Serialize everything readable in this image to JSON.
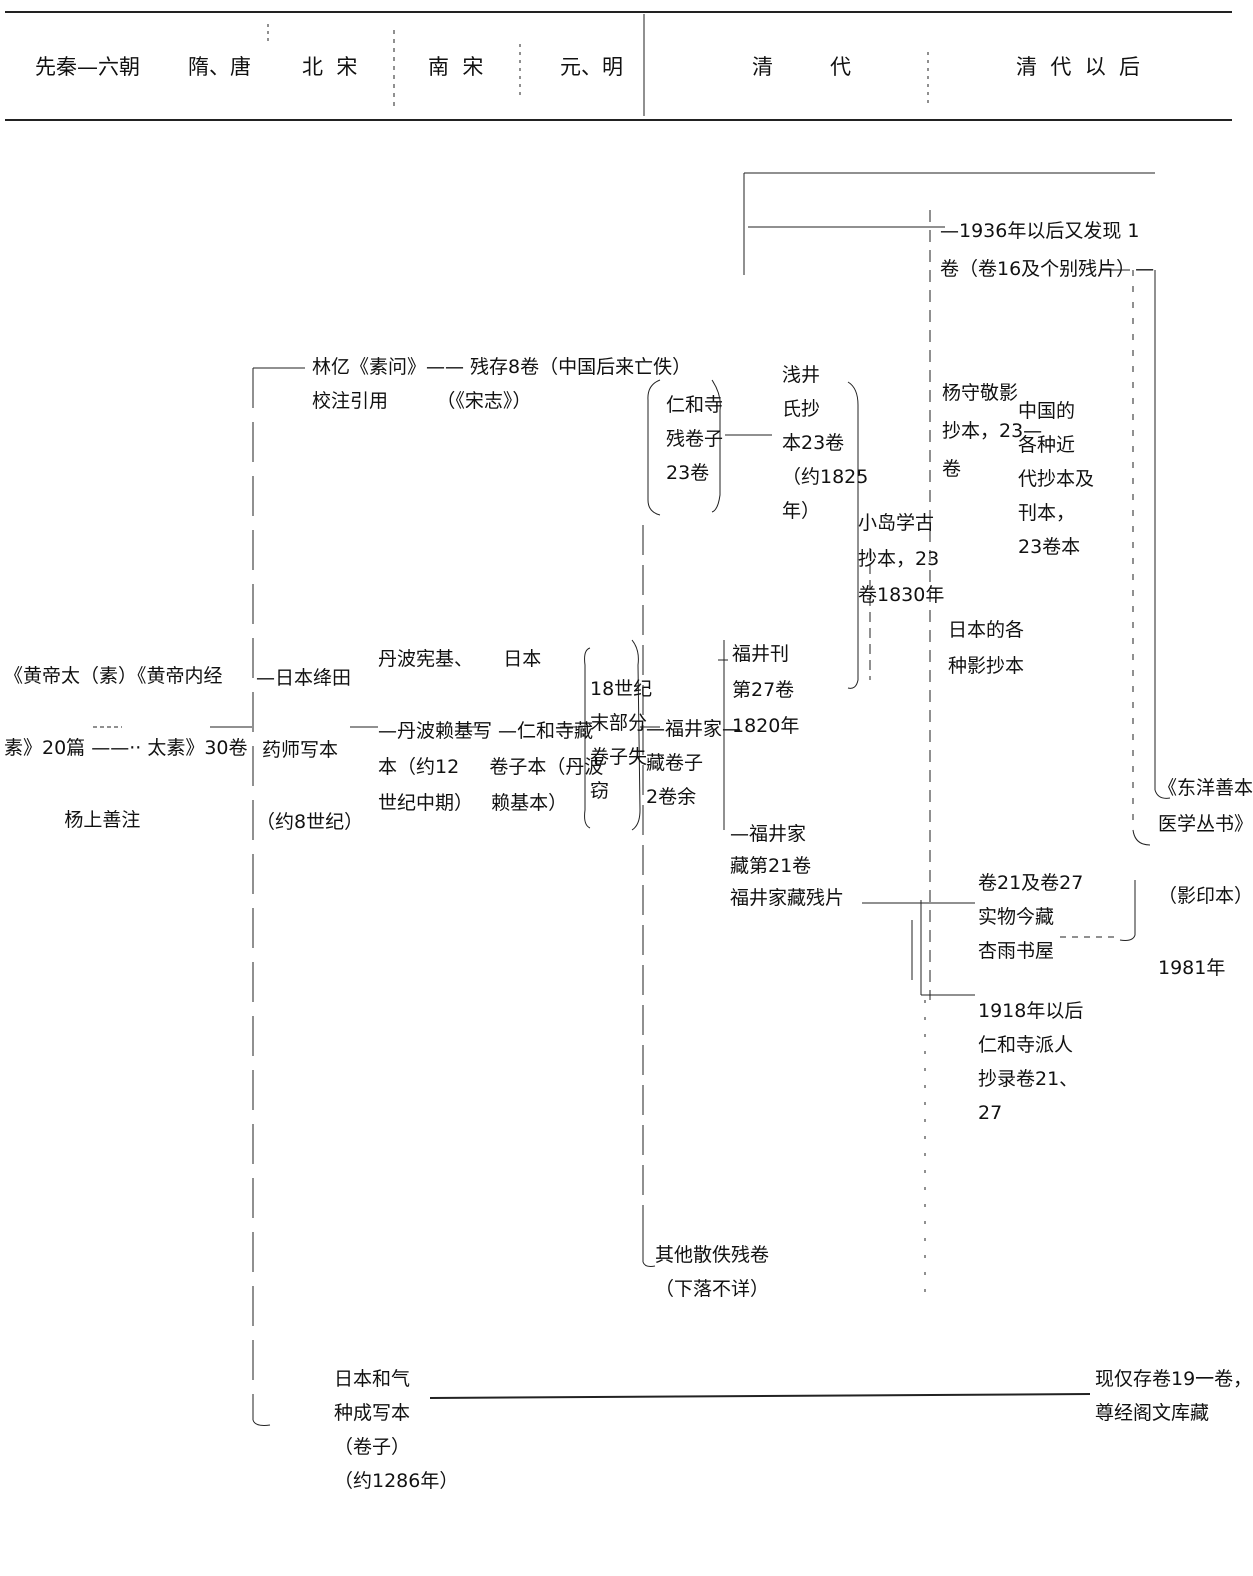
{
  "header": {
    "periods": [
      "先秦—六朝",
      "隋、唐",
      "北  宋",
      "南  宋",
      "元、明",
      "清",
      "代",
      "清  代  以  后"
    ]
  },
  "nodes": {
    "huangdi_su": "《黄帝太（素）《黄帝内经\n素》20篇 ——·· 太素》30卷\n          杨上善注",
    "lin_yi": "林亿《素问》—— 残存8卷（中国后来亡佚）\n校注引用        （《宋志》）",
    "japan_feng_tian": "—日本绛田\n 药师写本\n（约8世纪）",
    "danbo_kaiji": "丹波宪基、     日本\n\n—丹波赖基写 —仁和寺藏\n本（约12     卷子本（丹波\n世纪中期）   赖基本）",
    "c18_lost": "18世纪\n末部分\n卷子失\n窃",
    "fukui_family": "—福井家—\n藏卷子\n2卷余",
    "ninnaji_23": "仁和寺\n残卷子\n23卷",
    "asai_copy": "浅井\n氏抄\n本23卷\n（约1825\n年）",
    "fukui_print": "福井刊\n第27卷\n1820年",
    "fukui_21": "—福井家\n藏第21卷\n福井家藏残片",
    "kojima_copy": "小岛学古\n抄本，23\n卷1830年",
    "yang_shoujing": "杨守敬影\n抄本，23—\n卷",
    "china_modern": "中国的\n各种近\n代抄本及\n刊本，\n23卷本",
    "japan_copies": "日本的各\n种影抄本",
    "found_1936": "—1936年以后又发现 1\n卷（卷16及个别残片）—",
    "vol21_27": "卷21及卷27\n实物今藏\n杏雨书屋",
    "ninnaji_1918": "1918年以后\n仁和寺派人\n抄录卷21、\n27",
    "other_lost": "其他散佚残卷\n（下落不详）",
    "toyo_series": "《东洋善本\n医学丛书》\n\n（影印本）\n\n1981年",
    "wake_copy": "日本和气\n种成写本\n（卷子）\n（约1286年）",
    "current_19": "现仅存卷19一卷，\n尊经阁文库藏"
  }
}
